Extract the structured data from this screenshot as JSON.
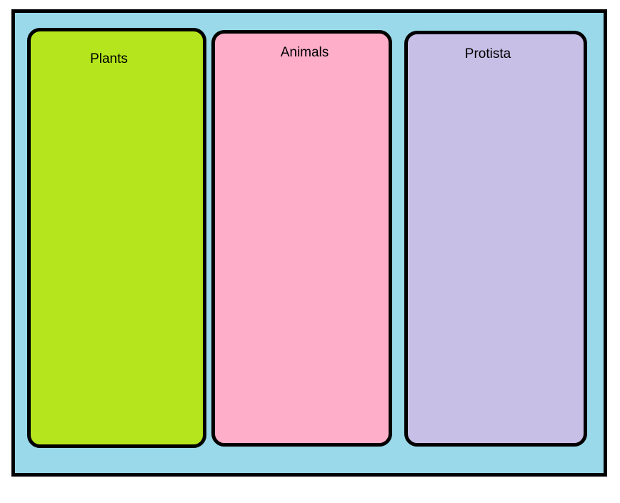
{
  "board": {
    "background": "#99D9EA",
    "border_color": "#000000"
  },
  "columns": [
    {
      "label": "Plants",
      "color": "#B5E61D"
    },
    {
      "label": "Animals",
      "color": "#FFAEC9"
    },
    {
      "label": "Protista",
      "color": "#C8BFE7"
    }
  ]
}
